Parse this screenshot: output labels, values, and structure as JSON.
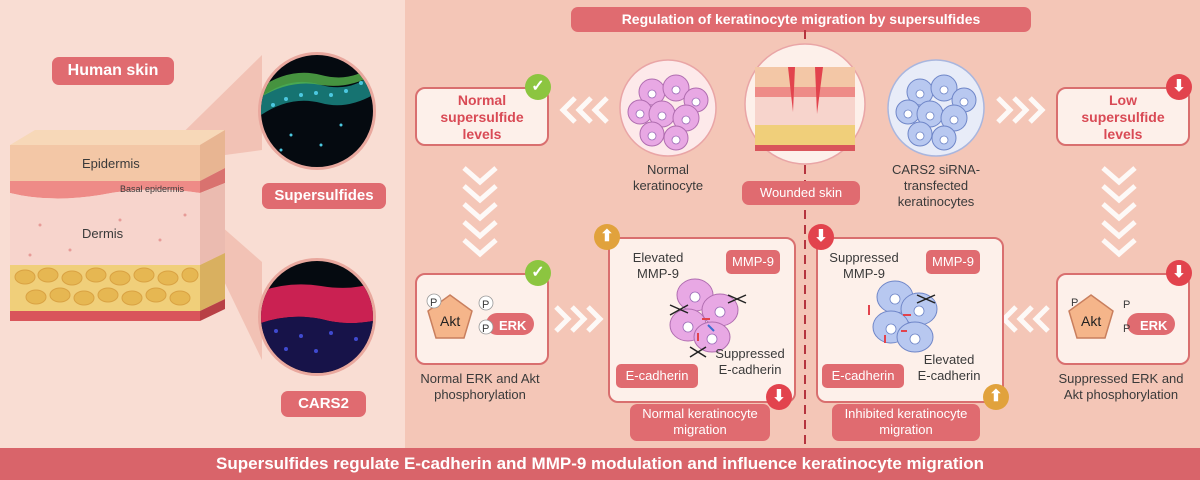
{
  "header_title": "Regulation of keratinocyte migration by supersulfides",
  "footer_text": "Supersulfides regulate E-cadherin and MMP-9 modulation and influence keratinocyte migration",
  "human_skin": {
    "title": "Human skin",
    "layers": {
      "epidermis": "Epidermis",
      "basal": "Basal epidermis",
      "dermis": "Dermis"
    },
    "stain_top": "Supersulfides",
    "stain_bottom": "CARS2"
  },
  "center": {
    "normal_cell_label": "Normal\nkeratinocyte",
    "wounded_label": "Wounded skin",
    "sirna_label": "CARS2 siRNA-\ntransfected\nkeratinocytes"
  },
  "normal_side": {
    "level_text": "Normal\nsupersulfide\nlevels",
    "kinase_caption": "Normal ERK and Akt\nphosphorylation",
    "mmp_header": "Elevated\nMMP-9",
    "ecad_note": "Suppressed\nE-cadherin",
    "migration_label": "Normal keratinocyte\nmigration"
  },
  "low_side": {
    "level_text": "Low\nsupersulfide\nlevels",
    "kinase_caption": "Suppressed ERK and\nAkt phosphorylation",
    "mmp_header": "Suppressed\nMMP-9",
    "ecad_note": "Elevated\nE-cadherin",
    "migration_label": "Inhibited keratinocyte\nmigration"
  },
  "tags": {
    "mmp9": "MMP-9",
    "ecadherin": "E-cadherin"
  },
  "kinase": {
    "akt": "Akt",
    "erk": "ERK",
    "p": "P"
  },
  "colors": {
    "accent": "#e06b70",
    "box_border": "#d96f6f",
    "box_text": "#d94a55",
    "ok_green": "#8cc540",
    "down_red": "#e2434d",
    "up_gold": "#e1a23c",
    "normal_cell": "#e8a8e4",
    "sirna_cell": "#b8c8f0"
  }
}
